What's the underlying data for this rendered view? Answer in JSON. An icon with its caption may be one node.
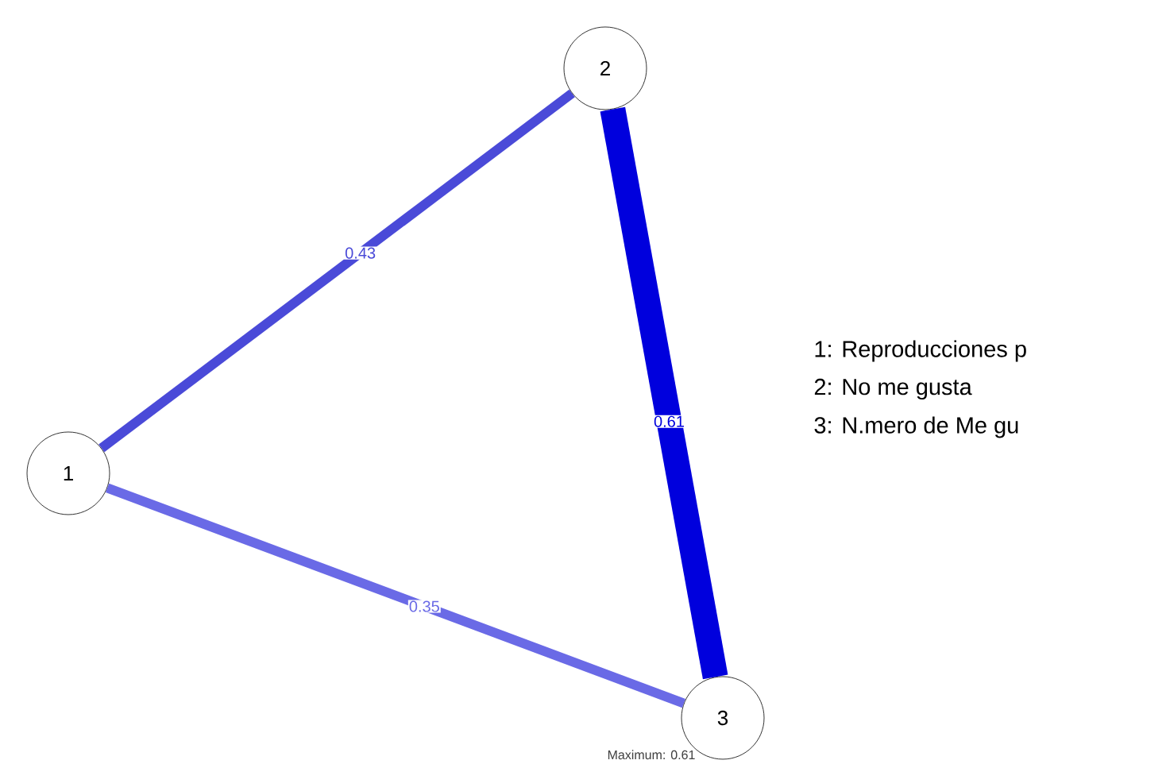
{
  "diagram": {
    "nodes": [
      {
        "text": [
          "1"
        ]
      },
      {
        "text": [
          "2"
        ]
      },
      {
        "text": [
          "3"
        ]
      }
    ],
    "edges": [
      {
        "from": 0,
        "to": 1,
        "arrow": "none",
        "label": "0.43",
        "color": "#4a4ad8"
      },
      {
        "from": 1,
        "to": 2,
        "arrow": "none",
        "label": "0.61",
        "style": "thick",
        "color": "#0000dd"
      },
      {
        "from": 0,
        "to": 2,
        "arrow": "none",
        "label": "0.35",
        "color": "#6a6ae6"
      }
    ],
    "labels": [
      "1: Reproducciones p",
      "2: No me gusta",
      "3: N.mero de Me gu",
      "Maximum: 0.61"
    ]
  }
}
